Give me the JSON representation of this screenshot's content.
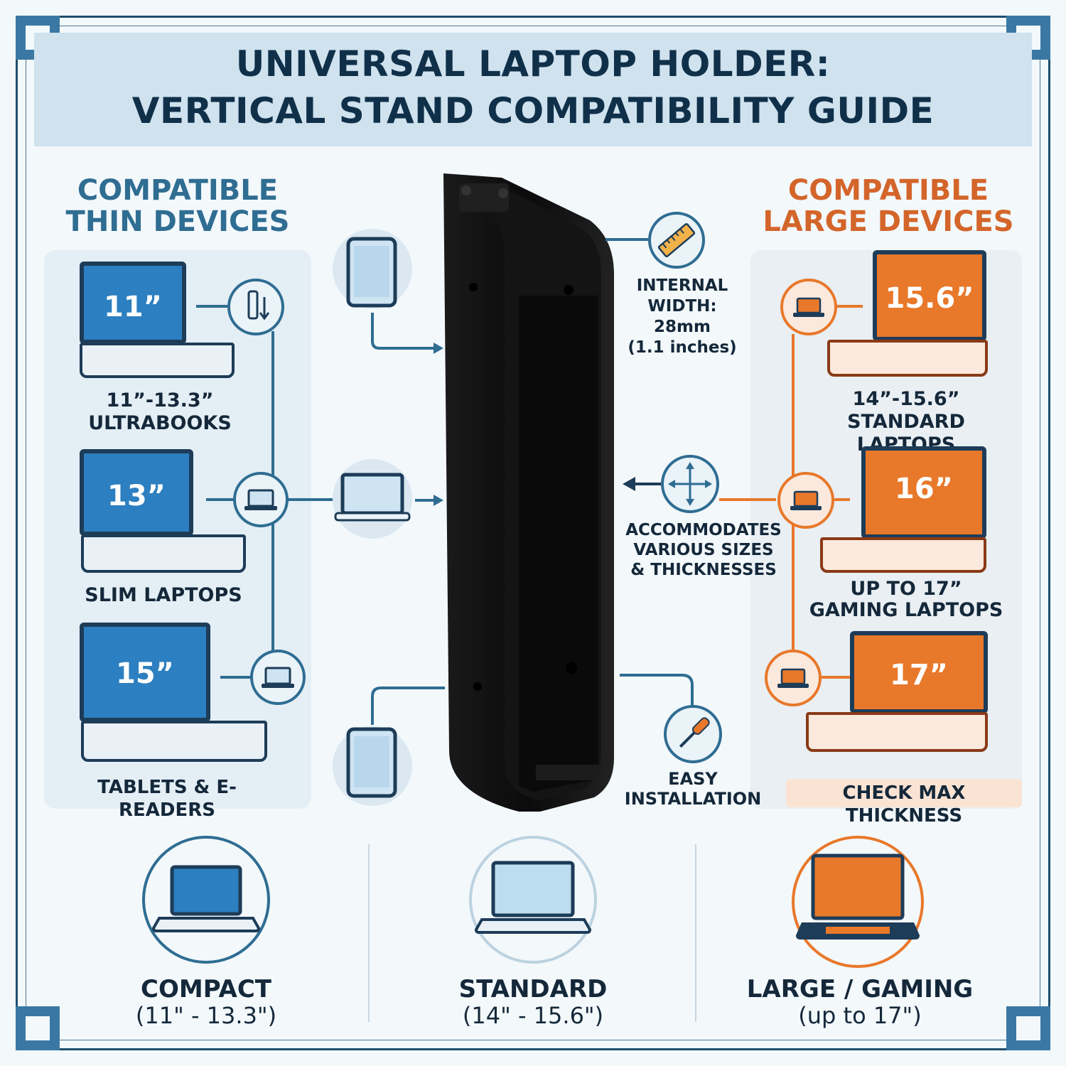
{
  "title": {
    "line1": "UNIVERSAL LAPTOP HOLDER:",
    "line2": "VERTICAL STAND COMPATIBILITY GUIDE"
  },
  "left_section": {
    "heading_line1": "COMPATIBLE",
    "heading_line2": "THIN DEVICES",
    "items": [
      {
        "size": "11”",
        "label_line1": "11”-13.3”",
        "label_line2": "ULTRABOOKS"
      },
      {
        "size": "13”",
        "label_line1": "SLIM LAPTOPS",
        "label_line2": ""
      },
      {
        "size": "15”",
        "label_line1": "TABLETS & E-READERS",
        "label_line2": ""
      }
    ]
  },
  "right_section": {
    "heading_line1": "COMPATIBLE",
    "heading_line2": "LARGE DEVICES",
    "items": [
      {
        "size": "15.6”",
        "label_line1": "14”-15.6”",
        "label_line2": "STANDARD LAPTOPS"
      },
      {
        "size": "16”",
        "label_line1": "UP TO 17”",
        "label_line2": "GAMING LAPTOPS"
      },
      {
        "size": "17”",
        "label_line1": "CHECK MAX THICKNESS",
        "label_line2": ""
      }
    ]
  },
  "features": {
    "width": {
      "line1": "INTERNAL",
      "line2": "WIDTH:",
      "line3": "28mm",
      "line4": "(1.1 inches)",
      "icon": "ruler-icon"
    },
    "sizes": {
      "line1": "ACCOMMODATES",
      "line2": "VARIOUS SIZES",
      "line3": "& THICKNESSES",
      "icon": "move-arrows-icon"
    },
    "install": {
      "line1": "EASY",
      "line2": "INSTALLATION",
      "icon": "screwdriver-icon"
    }
  },
  "bottom": [
    {
      "title": "COMPACT",
      "range": "(11\" - 13.3\")"
    },
    {
      "title": "STANDARD",
      "range": "(14\" - 15.6\")"
    },
    {
      "title": "LARGE / GAMING",
      "range": "(up to 17\")"
    }
  ],
  "colors": {
    "navy": "#10304a",
    "blue": "#2f6d92",
    "screen_blue": "#2c7fc0",
    "orange": "#e8782a",
    "orange_dark": "#c4561c",
    "panel_blue": "#e4eef5",
    "panel_orange": "#fbe9dd"
  }
}
